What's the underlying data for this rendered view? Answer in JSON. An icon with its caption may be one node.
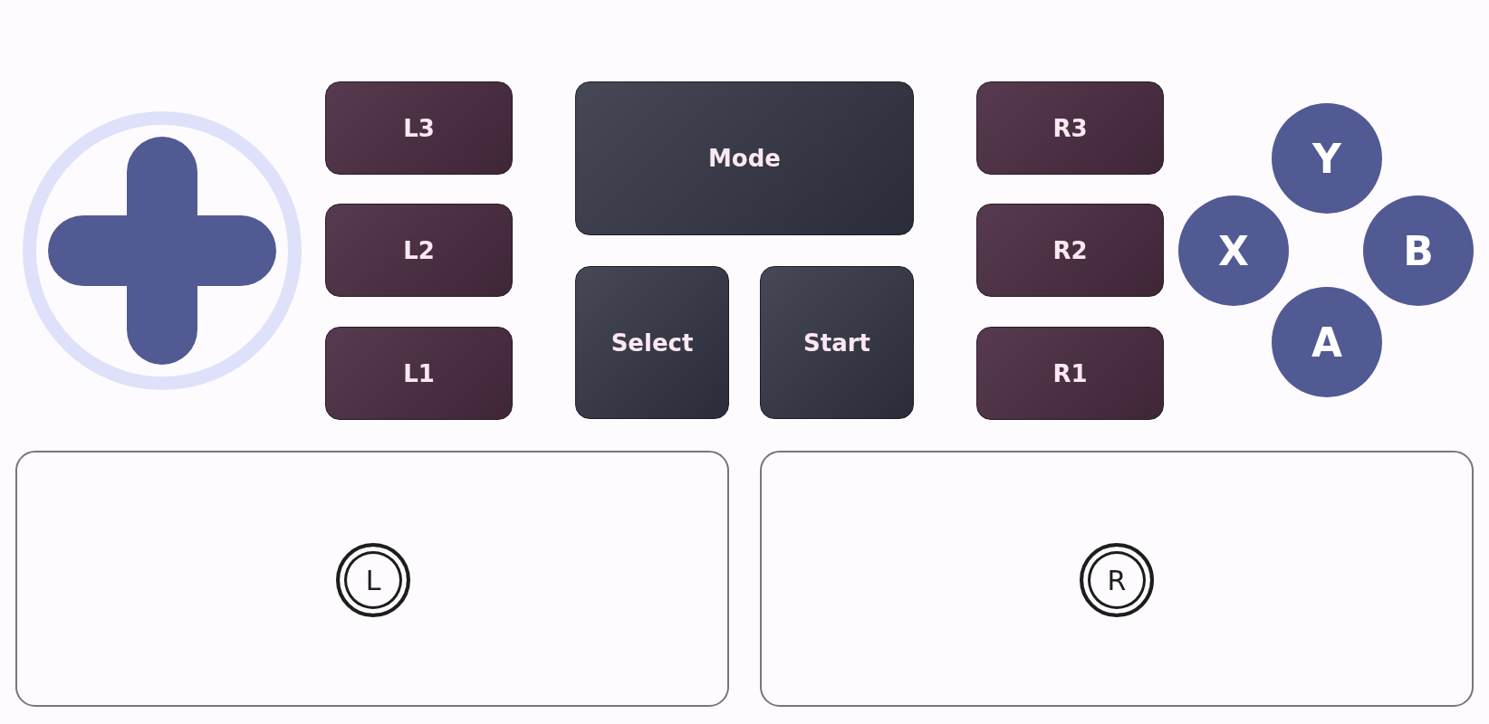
{
  "diagram": {
    "nodes": [
      {
        "text": [],
        "shape": "circle"
      },
      {
        "text": [],
        "shape": "cross",
        "in": 0
      },
      {
        "text": [
          "L3"
        ]
      },
      {
        "text": [
          "Mode"
        ]
      },
      {
        "text": [
          "R3"
        ]
      },
      {
        "text": [
          "Y"
        ]
      },
      {
        "text": [
          "L2"
        ]
      },
      {
        "text": [
          "X"
        ]
      },
      {
        "text": [
          "R2"
        ]
      },
      {
        "text": [
          "B"
        ]
      },
      {
        "text": [
          "Select"
        ]
      },
      {
        "text": [
          "Start"
        ]
      },
      {
        "text": [
          "L1"
        ]
      },
      {
        "text": [
          "R1"
        ]
      },
      {
        "text": [
          "A"
        ]
      },
      {
        "text": [],
        "shape": "box"
      },
      {
        "text": [
          "L"
        ],
        "in": 15
      },
      {
        "text": [],
        "shape": "box"
      },
      {
        "text": [
          "R"
        ],
        "in": 17
      }
    ]
  }
}
